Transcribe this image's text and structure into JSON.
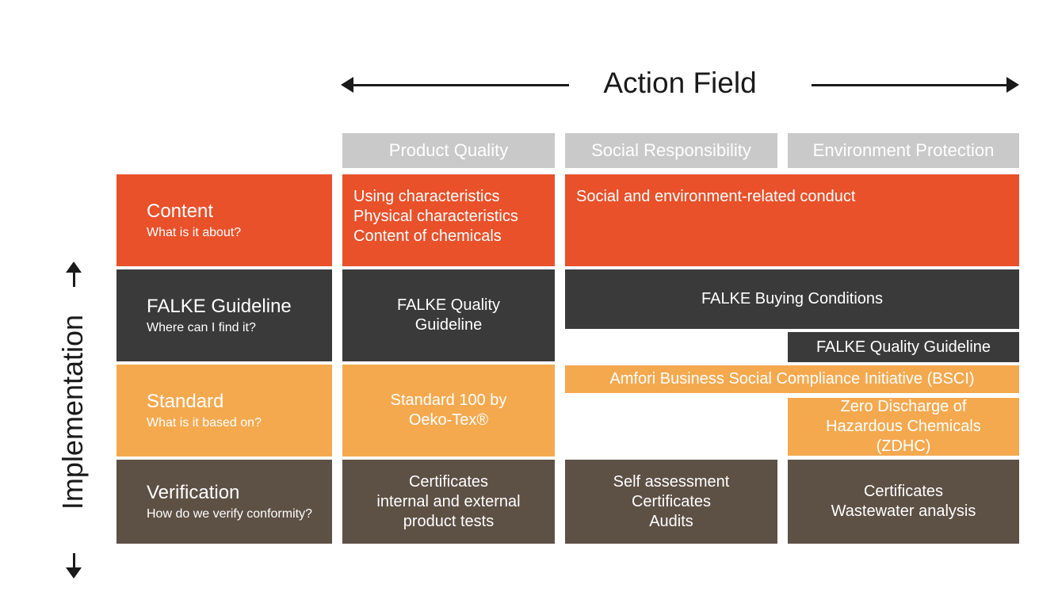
{
  "axes": {
    "horizontal_label": "Action Field",
    "vertical_label": "Implementation"
  },
  "colors": {
    "content_orange": "#e8512a",
    "guideline_dark": "#3a3a3a",
    "standard_amber": "#f4a94f",
    "verification_brown": "#5d5045",
    "header_gray": "#c9c9c9",
    "text_white": "#ffffff",
    "axis_black": "#1a1a1a"
  },
  "columns": [
    {
      "label": "Product Quality"
    },
    {
      "label": "Social Responsibility"
    },
    {
      "label": "Environment Protection"
    }
  ],
  "rows": [
    {
      "title": "Content",
      "question": "What is it about?"
    },
    {
      "title": "FALKE Guideline",
      "question": "Where can I find it?"
    },
    {
      "title": "Standard",
      "question": "What is it based on?"
    },
    {
      "title": "Verification",
      "question": "How do we verify conformity?"
    }
  ],
  "cells": {
    "content_product_quality": "Using characteristics\nPhysical characteristics\nContent of chemicals",
    "content_social_environment": "Social and environment-related conduct",
    "guideline_product_quality": "FALKE Quality\nGuideline",
    "guideline_buying_conditions": "FALKE Buying Conditions",
    "guideline_environment_quality": "FALKE Quality Guideline",
    "standard_product_quality": "Standard 100 by\nOeko-Tex®",
    "standard_bsci": "Amfori Business Social Compliance Initiative (BSCI)",
    "standard_zdhc": "Zero Discharge of\nHazardous Chemicals (ZDHC)",
    "verification_product_quality": "Certificates\ninternal and external\nproduct tests",
    "verification_social": "Self assessment\nCertificates\nAudits",
    "verification_environment": "Certificates\nWastewater analysis"
  }
}
